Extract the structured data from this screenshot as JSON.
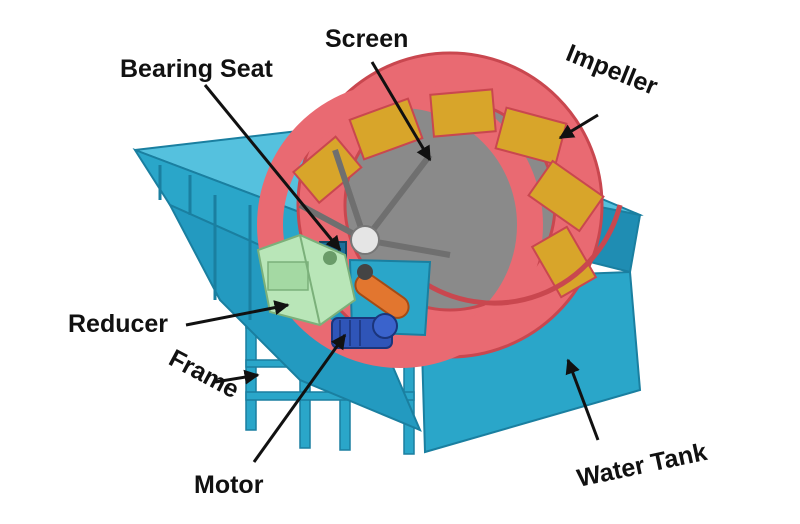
{
  "labels": {
    "screen": "Screen",
    "bearing_seat": "Bearing Seat",
    "impeller": "Impeller",
    "reducer": "Reducer",
    "frame": "Frame",
    "motor": "Motor",
    "water_tank": "Water Tank"
  },
  "colors": {
    "tank_blue": "#2aa6c9",
    "tank_dark": "#1a7fa0",
    "impeller_red": "#e96a72",
    "impeller_dark": "#c9474f",
    "screen_yellow": "#d8a52a",
    "reducer_green": "#b9e6b8",
    "motor_blue": "#2f55b8",
    "belt_orange": "#e2762f",
    "arrow": "#111111"
  }
}
